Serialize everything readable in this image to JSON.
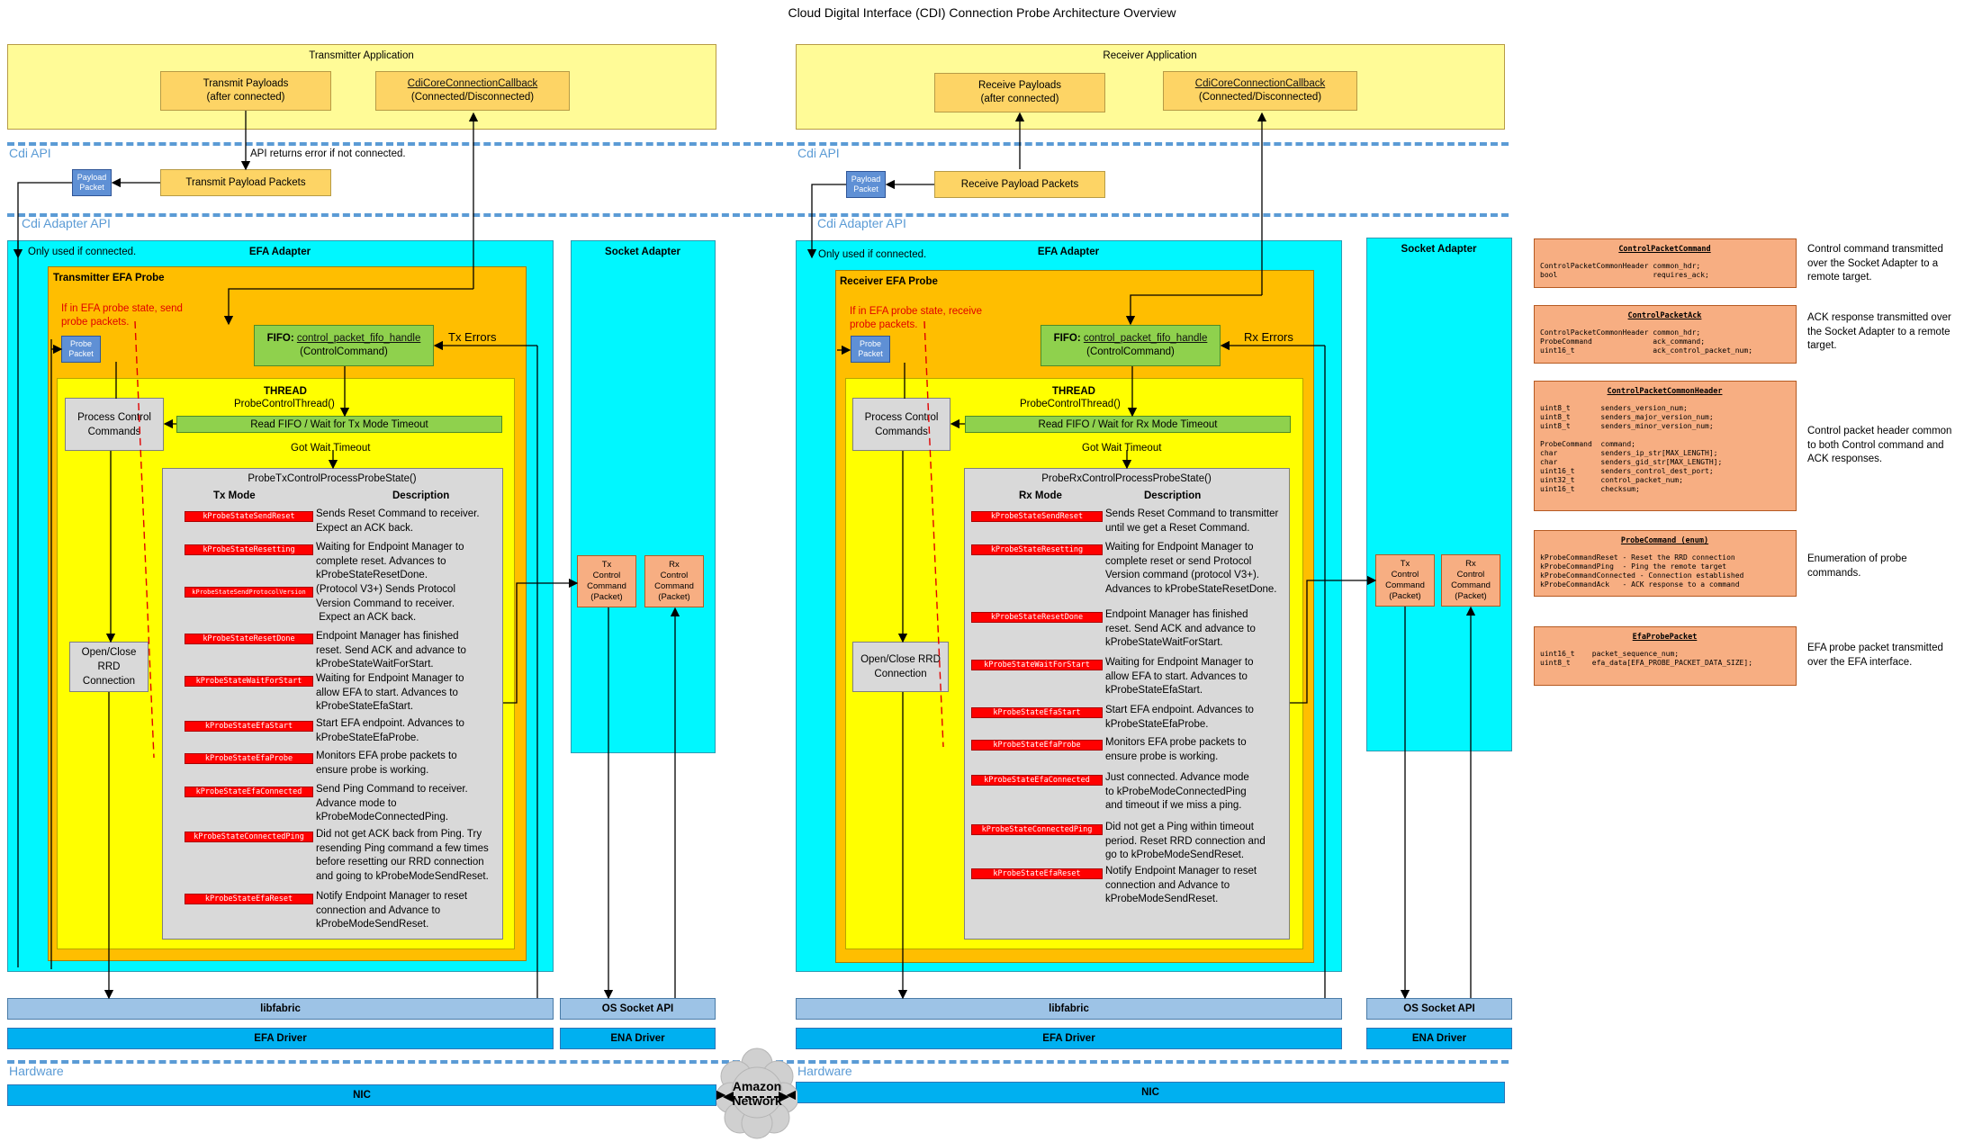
{
  "title": "Cloud Digital Interface (CDI) Connection Probe Architecture Overview",
  "apis": {
    "cdi_api": "Cdi API",
    "cdi_adapter_api": "Cdi Adapter API",
    "hardware": "Hardware"
  },
  "tx": {
    "app": "Transmitter Application",
    "payloads": "Transmit Payloads\n(after connected)",
    "callback": "CdiCoreConnectionCallback",
    "callback_sub": "(Connected/Disconnected)",
    "api_error": "API returns error if not connected.",
    "payload_packet": "Payload\nPacket",
    "transmit_payload_packets": "Transmit Payload Packets",
    "efa_adapter": "EFA Adapter",
    "only_used": "Only used if connected.",
    "probe_title": "Transmitter EFA Probe",
    "probe_note": "If in EFA probe state, send\nprobe packets.",
    "probe_packet": "Probe\nPacket",
    "fifo_prefix": "FIFO: ",
    "fifo_link": "control_packet_fifo_handle",
    "fifo_sub": "(ControlCommand)",
    "errors": "Tx Errors",
    "thread": "THREAD",
    "thread_fn": "ProbeControlThread()",
    "process": "Process Control\nCommands",
    "read_fifo": "Read FIFO / Wait for Tx Mode Timeout",
    "got_wait": "Got Wait Timeout",
    "state_fn": "ProbeTxControlProcessProbeState()",
    "mode_header": "Tx Mode",
    "desc_header": "Description",
    "open_close": "Open/Close\nRRD\nConnection",
    "socket_adapter": "Socket Adapter",
    "tx_cmd": "Tx\nControl\nCommand\n(Packet)",
    "rx_cmd": "Rx\nControl\nCommand\n(Packet)",
    "libfabric": "libfabric",
    "os_socket": "OS Socket API",
    "efa_driver": "EFA Driver",
    "ena_driver": "ENA Driver",
    "nic": "NIC",
    "states": [
      {
        "name": "kProbeStateSendReset",
        "desc": "Sends Reset Command to receiver.\nExpect an ACK back."
      },
      {
        "name": "kProbeStateResetting",
        "desc": "Waiting for Endpoint Manager to\ncomplete reset. Advances to\nkProbeStateResetDone."
      },
      {
        "name": "kProbeStateSendProtocolVersion",
        "desc": "(Protocol V3+) Sends Protocol\nVersion Command to receiver.\n Expect an ACK back."
      },
      {
        "name": "kProbeStateResetDone",
        "desc": "Endpoint Manager has finished\nreset. Send ACK and advance to\nkProbeStateWaitForStart."
      },
      {
        "name": "kProbeStateWaitForStart",
        "desc": "Waiting for Endpoint Manager to\nallow EFA to start. Advances to\nkProbeStateEfaStart."
      },
      {
        "name": "kProbeStateEfaStart",
        "desc": "Start EFA endpoint. Advances to\nkProbeStateEfaProbe."
      },
      {
        "name": "kProbeStateEfaProbe",
        "desc": "Monitors EFA probe packets to\nensure probe is working."
      },
      {
        "name": "kProbeStateEfaConnected",
        "desc": "Send Ping Command to receiver.\nAdvance mode to\nkProbeModeConnectedPing."
      },
      {
        "name": "kProbeStateConnectedPing",
        "desc": "Did not get ACK back from Ping. Try\nresending Ping command a few times\nbefore resetting our RRD connection\nand going to kProbeModeSendReset."
      },
      {
        "name": "kProbeStateEfaReset",
        "desc": "Notify Endpoint Manager to reset\nconnection and Advance to\nkProbeModeSendReset."
      }
    ]
  },
  "rx": {
    "app": "Receiver Application",
    "payloads": "Receive Payloads\n(after connected)",
    "callback": "CdiCoreConnectionCallback",
    "callback_sub": "(Connected/Disconnected)",
    "payload_packet": "Payload\nPacket",
    "receive_payload_packets": "Receive Payload Packets",
    "efa_adapter": "EFA Adapter",
    "only_used": "Only used if connected.",
    "probe_title": "Receiver EFA Probe",
    "probe_note": "If in EFA probe state, receive\nprobe packets.",
    "probe_packet": "Probe\nPacket",
    "fifo_prefix": "FIFO: ",
    "fifo_link": "control_packet_fifo_handle",
    "fifo_sub": "(ControlCommand)",
    "errors": "Rx Errors",
    "thread": "THREAD",
    "thread_fn": "ProbeControlThread()",
    "process": "Process Control\nCommands",
    "read_fifo": "Read FIFO / Wait for Rx Mode Timeout",
    "got_wait": "Got Wait Timeout",
    "state_fn": "ProbeRxControlProcessProbeState()",
    "mode_header": "Rx Mode",
    "desc_header": "Description",
    "open_close": "Open/Close RRD\nConnection",
    "socket_adapter": "Socket Adapter",
    "tx_cmd": "Tx\nControl\nCommand\n(Packet)",
    "rx_cmd": "Rx\nControl\nCommand\n(Packet)",
    "libfabric": "libfabric",
    "os_socket": "OS Socket API",
    "efa_driver": "EFA Driver",
    "ena_driver": "ENA Driver",
    "nic": "NIC",
    "states": [
      {
        "name": "kProbeStateSendReset",
        "desc": "Sends Reset Command to transmitter\nuntil we get a Reset Command."
      },
      {
        "name": "kProbeStateResetting",
        "desc": "Waiting for Endpoint Manager to\ncomplete reset or send Protocol\nVersion command (protocol V3+).\nAdvances to kProbeStateResetDone."
      },
      {
        "name": "kProbeStateResetDone",
        "desc": "Endpoint Manager has finished\nreset. Send ACK and advance to\nkProbeStateWaitForStart."
      },
      {
        "name": "kProbeStateWaitForStart",
        "desc": "Waiting for Endpoint Manager to\nallow EFA to start. Advances to\nkProbeStateEfaStart."
      },
      {
        "name": "kProbeStateEfaStart",
        "desc": "Start EFA endpoint. Advances to\nkProbeStateEfaProbe."
      },
      {
        "name": "kProbeStateEfaProbe",
        "desc": "Monitors EFA probe packets to\nensure probe is working."
      },
      {
        "name": "kProbeStateEfaConnected",
        "desc": "Just connected. Advance mode\nto kProbeModeConnectedPing\nand timeout if we miss a ping."
      },
      {
        "name": "kProbeStateConnectedPing",
        "desc": "Did not get a Ping within timeout\nperiod. Reset RRD connection and\ngo to kProbeModeSendReset."
      },
      {
        "name": "kProbeStateEfaReset",
        "desc": "Notify Endpoint Manager to reset\nconnection and Advance to\nkProbeModeSendReset."
      }
    ]
  },
  "network": "Amazon\nNetwork",
  "structs": [
    {
      "title": "ControlPacketCommand",
      "body": "ControlPacketCommonHeader common_hdr;\nbool                      requires_ack;",
      "desc": "Control command transmitted\nover the Socket Adapter to a\nremote target."
    },
    {
      "title": "ControlPacketAck",
      "body": "ControlPacketCommonHeader common_hdr;\nProbeCommand              ack_command;\nuint16_t                  ack_control_packet_num;",
      "desc": "ACK response transmitted over\nthe Socket Adapter to a remote\ntarget."
    },
    {
      "title": "ControlPacketCommonHeader",
      "body": "uint8_t       senders_version_num;\nuint8_t       senders_major_version_num;\nuint8_t       senders_minor_version_num;\n\nProbeCommand  command;\nchar          senders_ip_str[MAX_LENGTH];\nchar          senders_gid_str[MAX_LENGTH];\nuint16_t      senders_control_dest_port;\nuint32_t      control_packet_num;\nuint16_t      checksum;",
      "desc": "Control packet header common\nto both Control command and\nACK responses."
    },
    {
      "title": "ProbeCommand (enum)",
      "body": "kProbeCommandReset - Reset the RRD connection\nkProbeCommandPing  - Ping the remote target\nkProbeCommandConnected - Connection established\nkProbeCommandAck   - ACK response to a command",
      "desc": "Enumeration of probe\ncommands."
    },
    {
      "title": "EfaProbePacket",
      "body": "uint16_t    packet_sequence_num;\nuint8_t     efa_data[EFA_PROBE_PACKET_DATA_SIZE];",
      "desc": "EFA probe packet transmitted\nover the EFA interface."
    }
  ]
}
